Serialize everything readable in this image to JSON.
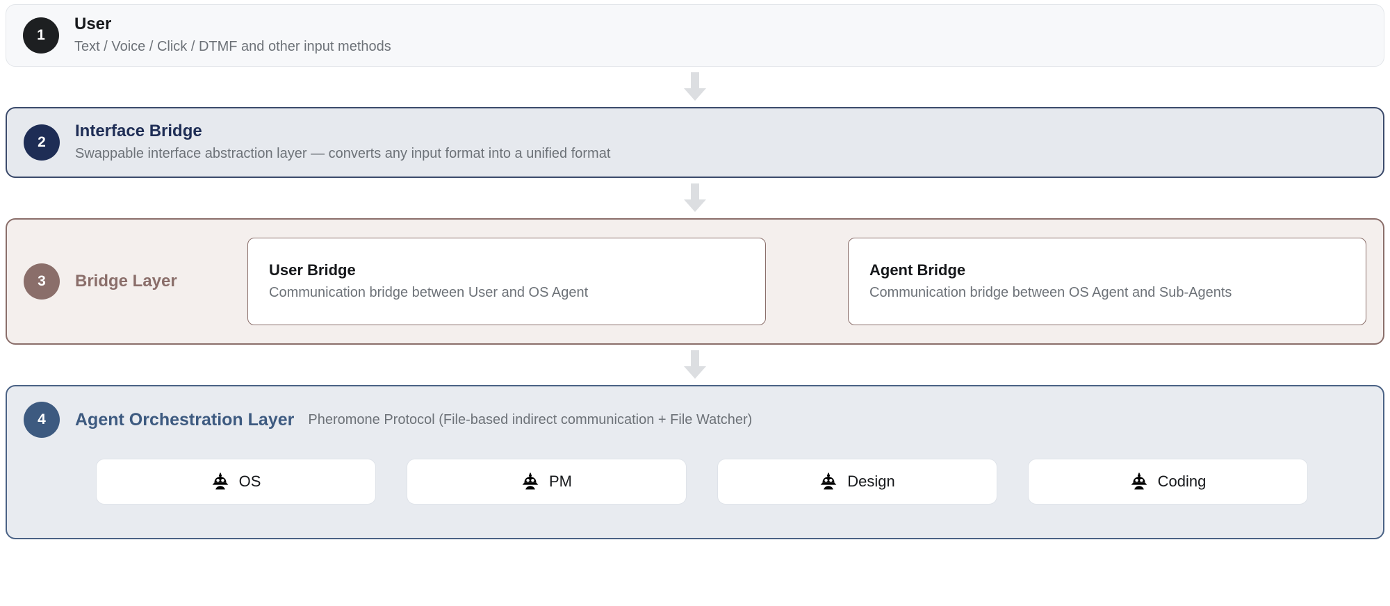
{
  "layers": [
    {
      "number": "1",
      "title": "User",
      "subtitle": "Text / Voice / Click / DTMF and other input methods",
      "accent": "#1d1f21",
      "background": "#f7f8fa"
    },
    {
      "number": "2",
      "title": "Interface Bridge",
      "subtitle": "Swappable interface abstraction layer — converts any input format into a unified format",
      "accent": "#1e2d55",
      "background": "#e6e9ee"
    },
    {
      "number": "3",
      "title": "Bridge Layer",
      "accent": "#8a6e6a",
      "background": "#f4efed",
      "cards": [
        {
          "title": "User Bridge",
          "subtitle": "Communication bridge between User and OS Agent"
        },
        {
          "title": "Agent Bridge",
          "subtitle": "Communication bridge between OS Agent and Sub-Agents"
        }
      ]
    },
    {
      "number": "4",
      "title": "Agent Orchestration Layer",
      "subtitle": "Pheromone Protocol (File-based indirect communication + File Watcher)",
      "accent": "#3d5a80",
      "background": "#e8ebf0",
      "agents": [
        {
          "icon": "robot-icon",
          "label": "OS"
        },
        {
          "icon": "robot-icon",
          "label": "PM"
        },
        {
          "icon": "robot-icon",
          "label": "Design"
        },
        {
          "icon": "robot-icon",
          "label": "Coding"
        }
      ]
    }
  ],
  "connectors": {
    "icon": "arrow-down-icon",
    "color": "#dcdee1",
    "count": 3
  }
}
